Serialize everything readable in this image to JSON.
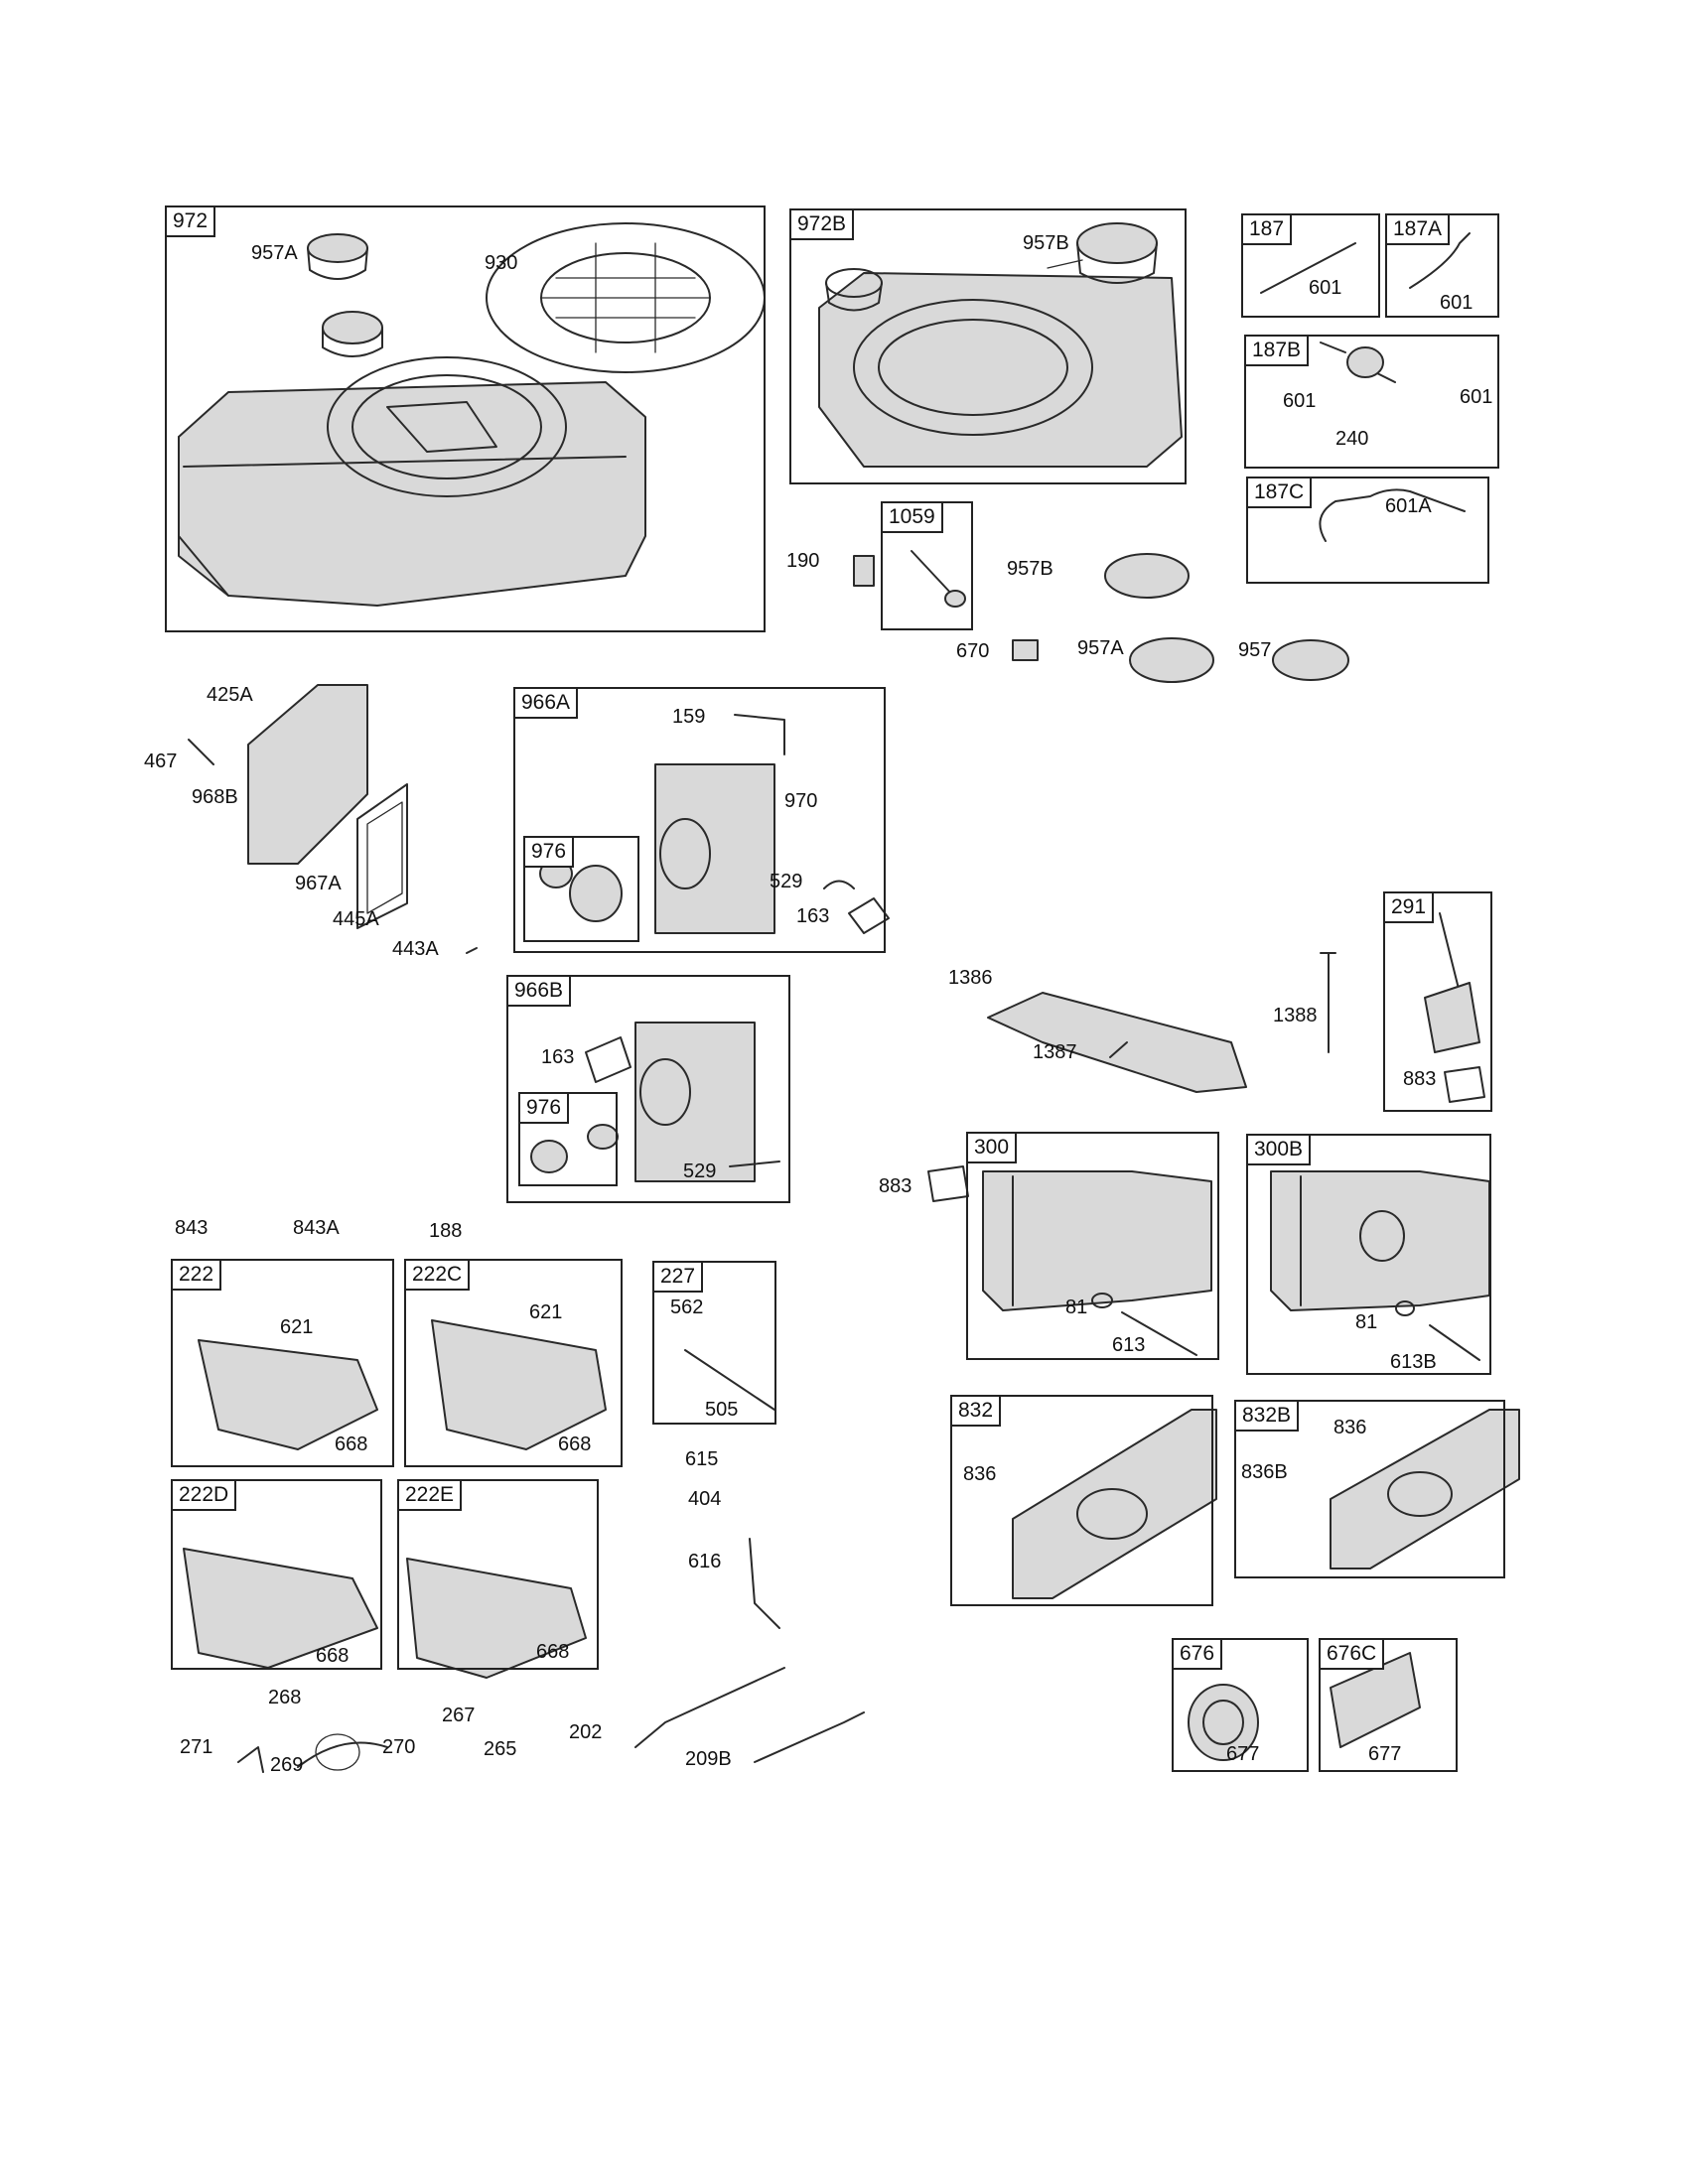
{
  "groups": {
    "g972": "972",
    "g972B": "972B",
    "g187": "187",
    "g187A": "187A",
    "g187B": "187B",
    "g187C": "187C",
    "g1059": "1059",
    "g966A": "966A",
    "g976a": "976",
    "g966B": "966B",
    "g976b": "976",
    "g291": "291",
    "g300": "300",
    "g300B": "300B",
    "g222": "222",
    "g222C": "222C",
    "g227": "227",
    "g222D": "222D",
    "g222E": "222E",
    "g832": "832",
    "g832B": "832B",
    "g676": "676",
    "g676C": "676C"
  },
  "callouts": {
    "c957A_1": "957A",
    "c930": "930",
    "c957B_1": "957B",
    "c601_1": "601",
    "c601_2": "601",
    "c601_3": "601",
    "c601_4": "601",
    "c240": "240",
    "c601A": "601A",
    "c190": "190",
    "c957B_2": "957B",
    "c670": "670",
    "c957A_2": "957A",
    "c957": "957",
    "c425A": "425A",
    "c467": "467",
    "c968B": "968B",
    "c967A": "967A",
    "c445A": "445A",
    "c443A": "443A",
    "c159": "159",
    "c970": "970",
    "c529_1": "529",
    "c163_1": "163",
    "c163_2": "163",
    "c529_2": "529",
    "c1386": "1386",
    "c1387": "1387",
    "c1388": "1388",
    "c883_1": "883",
    "c883_2": "883",
    "c81_1": "81",
    "c613": "613",
    "c81_2": "81",
    "c613B": "613B",
    "c843": "843",
    "c843A": "843A",
    "c188": "188",
    "c621_1": "621",
    "c668_1": "668",
    "c621_2": "621",
    "c668_2": "668",
    "c562": "562",
    "c505": "505",
    "c615": "615",
    "c404": "404",
    "c616": "616",
    "c668_3": "668",
    "c668_4": "668",
    "c836_1": "836",
    "c836_2": "836",
    "c836B": "836B",
    "c677_1": "677",
    "c677_2": "677",
    "c268": "268",
    "c271": "271",
    "c269": "269",
    "c270": "270",
    "c267": "267",
    "c265": "265",
    "c202": "202",
    "c209B": "209B"
  }
}
